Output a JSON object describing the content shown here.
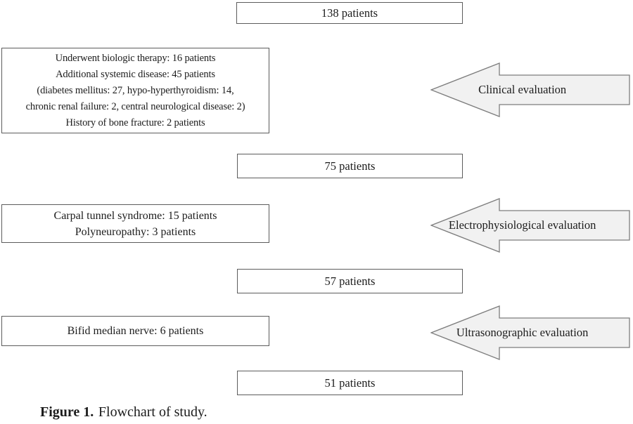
{
  "figure": {
    "nodes": [
      {
        "label": "138 patients"
      },
      {
        "label": "75 patients"
      },
      {
        "label": "57 patients"
      },
      {
        "label": "51 patients"
      }
    ],
    "exclusions": [
      {
        "lines": [
          "Underwent biologic therapy: 16 patients",
          "Additional systemic disease: 45 patients",
          "(diabetes mellitus: 27, hypo-hyperthyroidism: 14,",
          "chronic renal failure: 2, central neurological disease: 2)",
          "History of bone fracture: 2 patients"
        ]
      },
      {
        "lines": [
          "Carpal tunnel syndrome: 15 patients",
          "Polyneuropathy: 3 patients"
        ]
      },
      {
        "lines": [
          "Bifid median nerve: 6 patients"
        ]
      }
    ],
    "evaluations": [
      {
        "label": "Clinical evaluation"
      },
      {
        "label": "Electrophysiological evaluation"
      },
      {
        "label": "Ultrasonographic evaluation"
      }
    ],
    "caption": {
      "label": "Figure 1.",
      "text": "Flowchart of study."
    },
    "colors": {
      "arrow_fill": "#f1f1f1",
      "arrow_border": "#7d7d7d",
      "box_border": "#5c5c5c",
      "text": "#1c1c1c",
      "background": "#ffffff"
    }
  }
}
